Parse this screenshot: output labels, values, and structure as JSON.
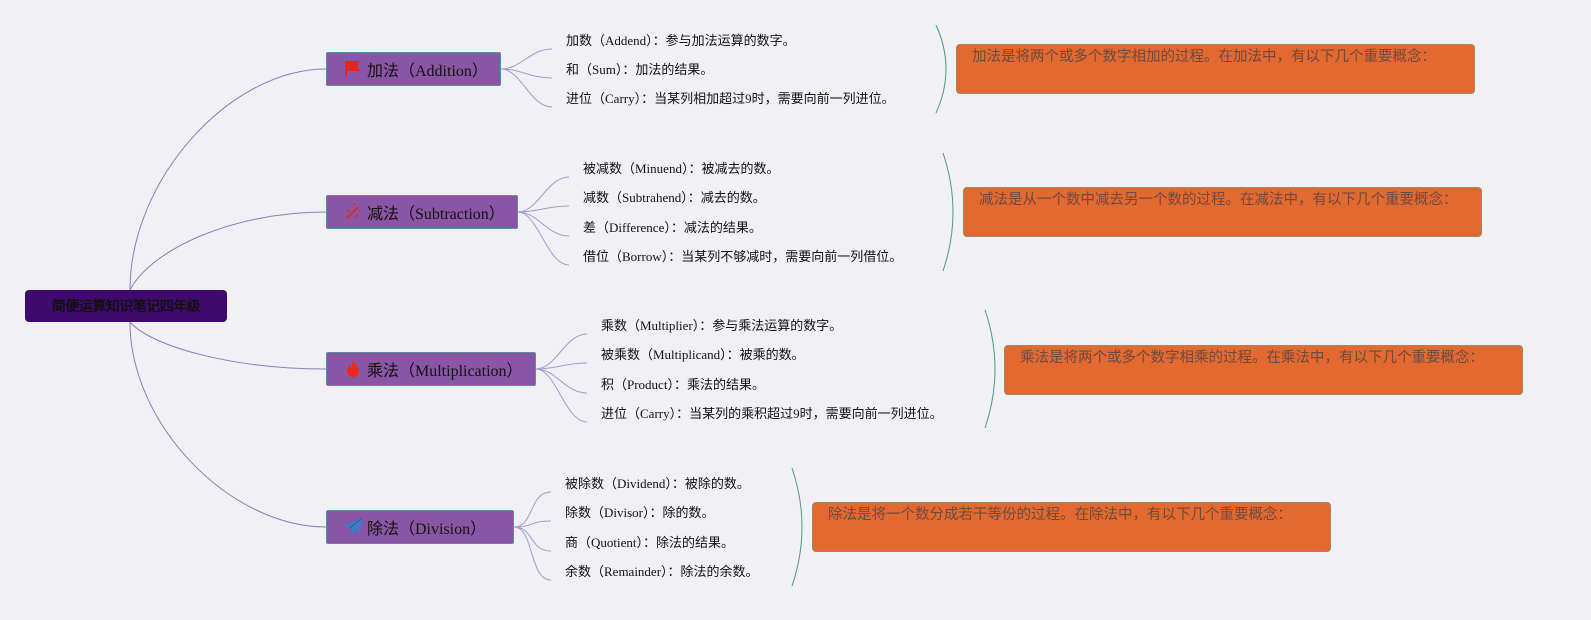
{
  "root": {
    "label": "简便运算知识笔记四年级"
  },
  "branches": [
    {
      "label": "加法（Addition）",
      "icon": "flag-icon",
      "leaves": [
        "加数（Addend）：参与加法运算的数字。",
        "和（Sum）：加法的结果。",
        "进位（Carry）：当某列相加超过9时，需要向前一列进位。"
      ],
      "summary": "加法是将两个或多个数字相加的过程。在加法中，有以下几个重要概念："
    },
    {
      "label": "减法（Subtraction）",
      "icon": "magic-wand-icon",
      "leaves": [
        "被减数（Minuend）：被减去的数。",
        "减数（Subtrahend）：减去的数。",
        "差（Difference）：减法的结果。",
        "借位（Borrow）：当某列不够减时，需要向前一列借位。"
      ],
      "summary": "减法是从一个数中减去另一个数的过程。在减法中，有以下几个重要概念："
    },
    {
      "label": "乘法（Multiplication）",
      "icon": "fire-icon",
      "leaves": [
        "乘数（Multiplier）：参与乘法运算的数字。",
        "被乘数（Multiplicand）：被乘的数。",
        "积（Product）：乘法的结果。",
        "进位（Carry）：当某列的乘积超过9时，需要向前一列进位。"
      ],
      "summary": "乘法是将两个或多个数字相乘的过程。在乘法中，有以下几个重要概念："
    },
    {
      "label": "除法（Division）",
      "icon": "paper-plane-icon",
      "leaves": [
        "被除数（Dividend）：被除的数。",
        "除数（Divisor）：除的数。",
        "商（Quotient）：除法的结果。",
        "余数（Remainder）：除法的余数。"
      ],
      "summary": "除法是将一个数分成若干等份的过程。在除法中，有以下几个重要概念："
    }
  ],
  "colors": {
    "root": "#3f0a6e",
    "branch": "#8a55a5",
    "summary": "#e2692f",
    "line": "#9a88c0",
    "brace": "#4a9a80"
  }
}
